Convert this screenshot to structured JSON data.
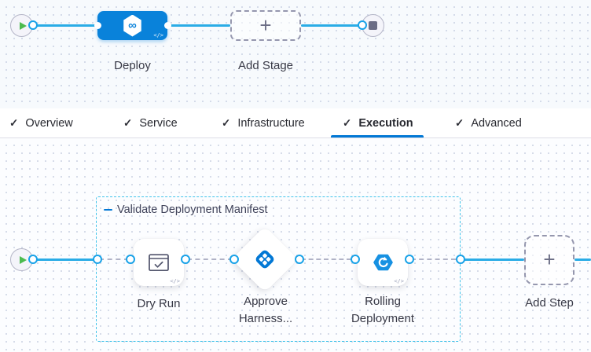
{
  "colors": {
    "primary_blue": "#0278d5",
    "stage_box_blue": "#0982da",
    "connector_line_blue": "#2aace6",
    "group_border_cyan": "#41c3ea",
    "play_green": "#4cbb4f",
    "label_dark": "#383946",
    "dashed_connector_gray": "#b0b2c6",
    "icon_blue": "#1791e2"
  },
  "icons": {
    "check": "✓",
    "plus": "+",
    "code": "</>",
    "infinity": "∞"
  },
  "stage_flow": {
    "stage_label": "Deploy",
    "add_stage_label": "Add Stage"
  },
  "tabs": {
    "active": "Execution",
    "items": [
      {
        "label": "Overview",
        "checked": true
      },
      {
        "label": "Service",
        "checked": true
      },
      {
        "label": "Infrastructure",
        "checked": true
      },
      {
        "label": "Execution",
        "checked": true
      },
      {
        "label": "Advanced",
        "checked": true
      }
    ]
  },
  "execution_flow": {
    "group_label": "Validate Deployment Manifest",
    "steps": [
      {
        "label": "Dry Run",
        "icon": "dry-run-window-check-icon"
      },
      {
        "label": "Approve Harness...",
        "icon": "approval-diamond-icon"
      },
      {
        "label": "Rolling Deployment",
        "icon": "rolling-deployment-icon"
      }
    ],
    "add_step_label": "Add Step"
  }
}
